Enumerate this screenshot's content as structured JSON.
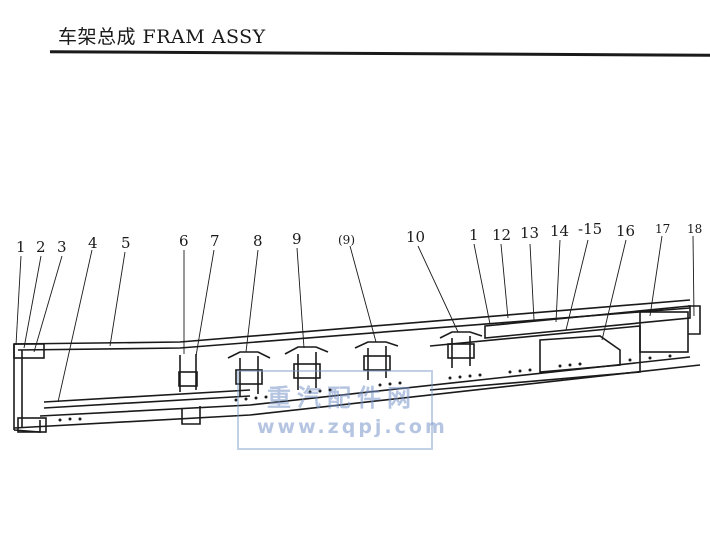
{
  "header": {
    "title": "车架总成 FRAM ASSY"
  },
  "callouts": [
    {
      "id": "c1",
      "text": "1"
    },
    {
      "id": "c2",
      "text": "2"
    },
    {
      "id": "c3",
      "text": "3"
    },
    {
      "id": "c4",
      "text": "4"
    },
    {
      "id": "c5",
      "text": "5"
    },
    {
      "id": "c6",
      "text": "6"
    },
    {
      "id": "c7",
      "text": "7"
    },
    {
      "id": "c8",
      "text": "8"
    },
    {
      "id": "c9",
      "text": "9"
    },
    {
      "id": "c9b",
      "text": "(9)"
    },
    {
      "id": "c10",
      "text": "10"
    },
    {
      "id": "c1b",
      "text": "1"
    },
    {
      "id": "c12",
      "text": "12"
    },
    {
      "id": "c13",
      "text": "13"
    },
    {
      "id": "c14",
      "text": "14"
    },
    {
      "id": "c15",
      "text": "-15"
    },
    {
      "id": "c16",
      "text": "16"
    },
    {
      "id": "c17",
      "text": "17"
    },
    {
      "id": "c18",
      "text": "18"
    }
  ],
  "watermark": {
    "name": "重汽配件网",
    "url": "www.zqpj.com"
  }
}
